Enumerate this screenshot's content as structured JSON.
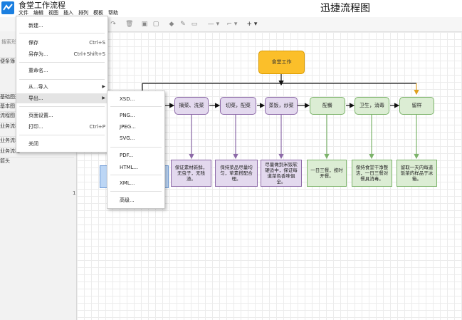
{
  "app": {
    "doc_title": "食堂工作流程",
    "brand_text": "迅捷流程图"
  },
  "menubar": [
    "文件",
    "编辑",
    "视图",
    "插入",
    "排列",
    "模板",
    "帮助"
  ],
  "file_menu": {
    "items": [
      {
        "label": "新建...",
        "shortcut": ""
      },
      {
        "label": "保存",
        "shortcut": "Ctrl+S"
      },
      {
        "label": "另存为...",
        "shortcut": "Ctrl+Shift+S"
      },
      {
        "label": "重命名...",
        "shortcut": ""
      },
      {
        "label": "从...导入",
        "shortcut": ""
      },
      {
        "label": "导出...",
        "shortcut": ""
      },
      {
        "label": "页面设置...",
        "shortcut": ""
      },
      {
        "label": "打印...",
        "shortcut": "Ctrl+P"
      },
      {
        "label": "关闭",
        "shortcut": ""
      }
    ]
  },
  "export_menu": {
    "items": [
      "XSD...",
      "PNG...",
      "JPEG...",
      "SVG...",
      "PDF...",
      "HTML...",
      "XML...",
      "高级..."
    ]
  },
  "sidebar": {
    "search_placeholder": "搜索形状",
    "categories": [
      "便条簿",
      "基础图形",
      "基本图",
      "流程图",
      "业务流程",
      "业务流程",
      "业务流程",
      "箭头"
    ]
  },
  "ruler_marker": "1",
  "diagram": {
    "root": "食堂工作",
    "steps": [
      {
        "label": "摘菜、洗菜",
        "desc": "保证素材新鲜，无虫子，无残渣。",
        "color": "purple"
      },
      {
        "label": "切菜，配菜",
        "desc": "保持菜品尽量均匀，荤素搭配合理。",
        "color": "purple"
      },
      {
        "label": "蒸饭，炒菜",
        "desc": "尽量做到米饭软硬适中，保证每道菜色香味俱全。",
        "color": "purple"
      },
      {
        "label": "配餐",
        "desc": "一日三餐，按时开餐。",
        "color": "green"
      },
      {
        "label": "卫生，消毒",
        "desc": "保持食堂干净整洁，一日三餐对餐具消毒。",
        "color": "green"
      },
      {
        "label": "留样",
        "desc": "留取一天内每道饭菜的样品于冰箱。",
        "color": "green"
      }
    ]
  },
  "colors": {
    "root_fill": "#fbbf2a",
    "purple_fill": "#e3d9ee",
    "green_fill": "#dcedd4",
    "purple_line": "#8d6aa8",
    "green_line": "#7cb36a"
  }
}
